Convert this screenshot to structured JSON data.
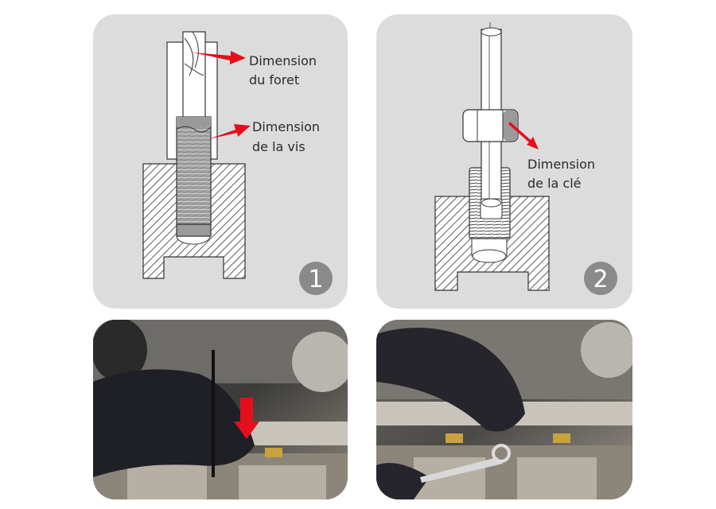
{
  "panels": [
    {
      "number": "1",
      "labels": [
        {
          "line1": "Dimension",
          "line2": "du foret"
        },
        {
          "line1": "Dimension",
          "line2": "de la vis"
        }
      ]
    },
    {
      "number": "2",
      "labels": [
        {
          "line1": "Dimension",
          "line2": "de la clé"
        }
      ]
    }
  ],
  "colors": {
    "panel_bg": "#dcdcdc",
    "arrow": "#e3101b",
    "badge": "#8a8a89",
    "screw": "#9a9a9a"
  }
}
